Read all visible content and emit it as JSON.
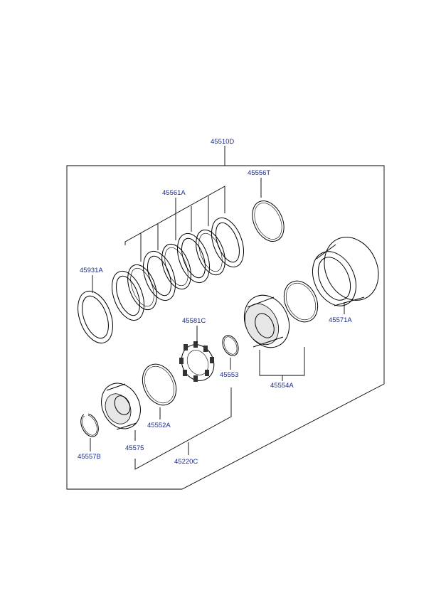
{
  "labels": {
    "assembly": "45510D",
    "snap_ring_top": "45556T",
    "clutch_discs": "45561A",
    "end_plate": "45931A",
    "drum": "45571A",
    "spring_retainer": "45581C",
    "small_ring": "45553",
    "piston": "45554A",
    "piston_ring": "45552A",
    "snap_ring_bottom": "45557B",
    "hub": "45575",
    "sub_assembly": "45220C"
  }
}
